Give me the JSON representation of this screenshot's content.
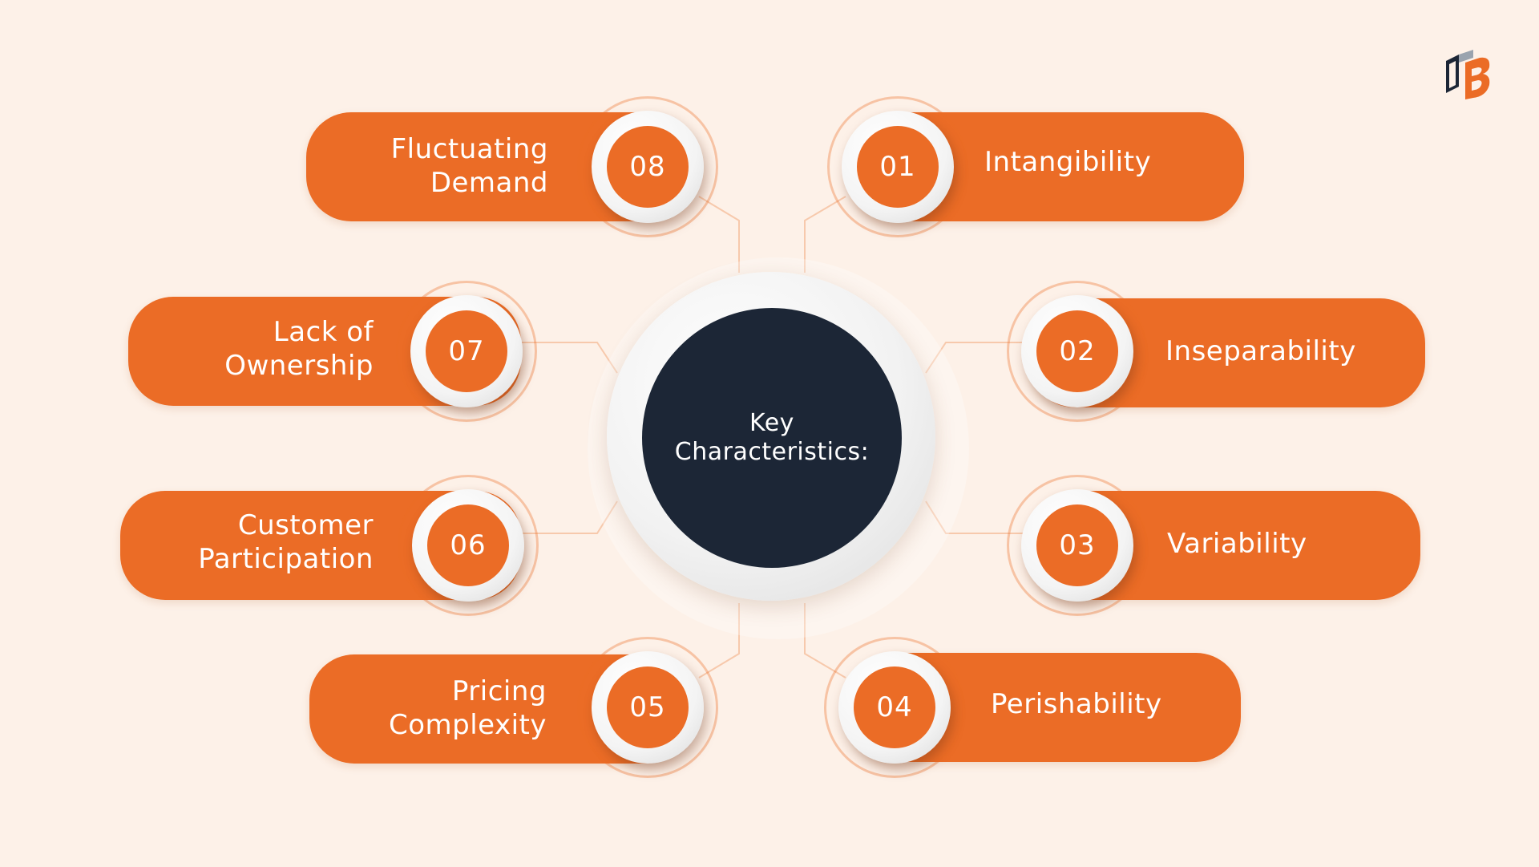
{
  "hub": {
    "title": "Key\nCharacteristics:"
  },
  "items": [
    {
      "number": "01",
      "label": "Intangibility"
    },
    {
      "number": "02",
      "label": "Inseparability"
    },
    {
      "number": "03",
      "label": "Variability"
    },
    {
      "number": "04",
      "label": "Perishability"
    },
    {
      "number": "05",
      "label": "Pricing\nComplexity"
    },
    {
      "number": "06",
      "label": "Customer\nParticipation"
    },
    {
      "number": "07",
      "label": "Lack of\nOwnership"
    },
    {
      "number": "08",
      "label": "Fluctuating\nDemand"
    }
  ],
  "colors": {
    "accent": "#eb6c26",
    "hub": "#1c2636",
    "background": "#fdf1e8"
  },
  "logo": {
    "icon": "ub-brand-logo-icon"
  }
}
